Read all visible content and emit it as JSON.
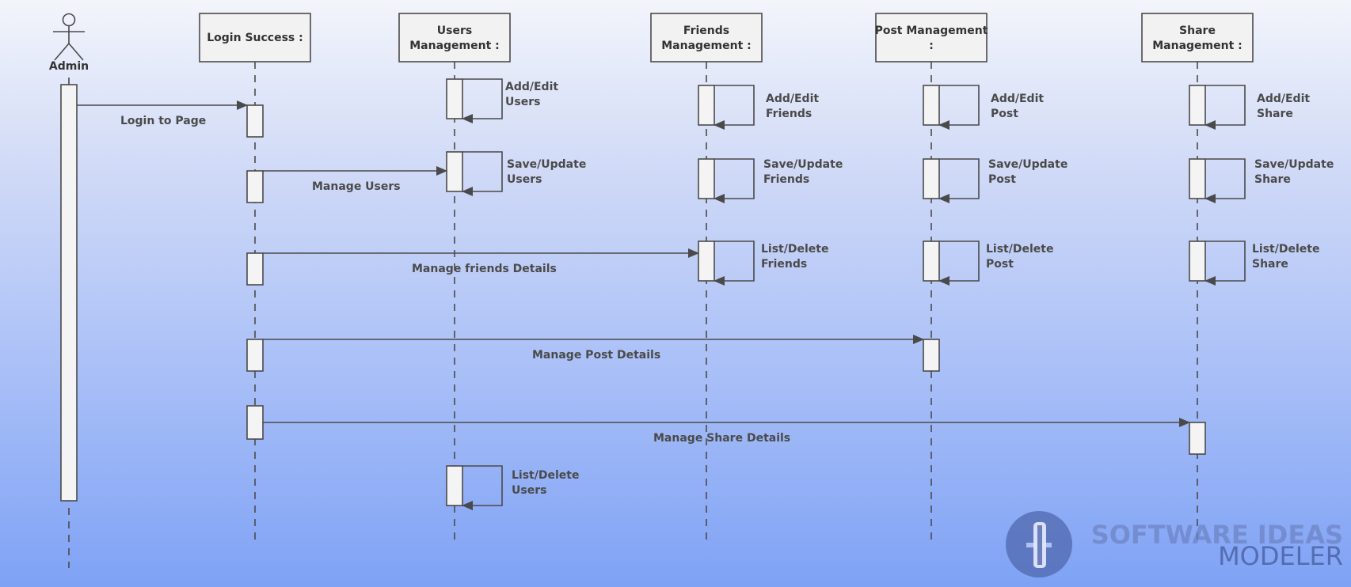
{
  "actor": {
    "label": "Admin"
  },
  "participants": [
    {
      "id": "login",
      "lines": [
        "Login Success :"
      ]
    },
    {
      "id": "users",
      "lines": [
        "Users",
        "Management :"
      ]
    },
    {
      "id": "friends",
      "lines": [
        "Friends",
        "Management :"
      ]
    },
    {
      "id": "post",
      "lines": [
        "Post Management",
        ":"
      ]
    },
    {
      "id": "share",
      "lines": [
        "Share",
        "Management :"
      ]
    }
  ],
  "messages": [
    {
      "label": "Login to Page"
    },
    {
      "label": "Manage Users"
    },
    {
      "label": "Manage friends Details"
    },
    {
      "label": "Manage Post Details"
    },
    {
      "label": "Manage Share Details"
    }
  ],
  "self_calls": {
    "users": [
      [
        "Add/Edit",
        "Users"
      ],
      [
        "Save/Update",
        "Users"
      ],
      [
        "List/Delete",
        "Users"
      ]
    ],
    "friends": [
      [
        "Add/Edit",
        "Friends"
      ],
      [
        "Save/Update",
        "Friends"
      ],
      [
        "List/Delete",
        "Friends"
      ]
    ],
    "post": [
      [
        "Add/Edit",
        "Post"
      ],
      [
        "Save/Update",
        "Post"
      ],
      [
        "List/Delete",
        "Post"
      ]
    ],
    "share": [
      [
        "Add/Edit",
        "Share"
      ],
      [
        "Save/Update",
        "Share"
      ],
      [
        "List/Delete",
        "Share"
      ]
    ]
  },
  "watermark": {
    "line1": "SOFTWARE IDEAS",
    "line2": "MODELER"
  }
}
